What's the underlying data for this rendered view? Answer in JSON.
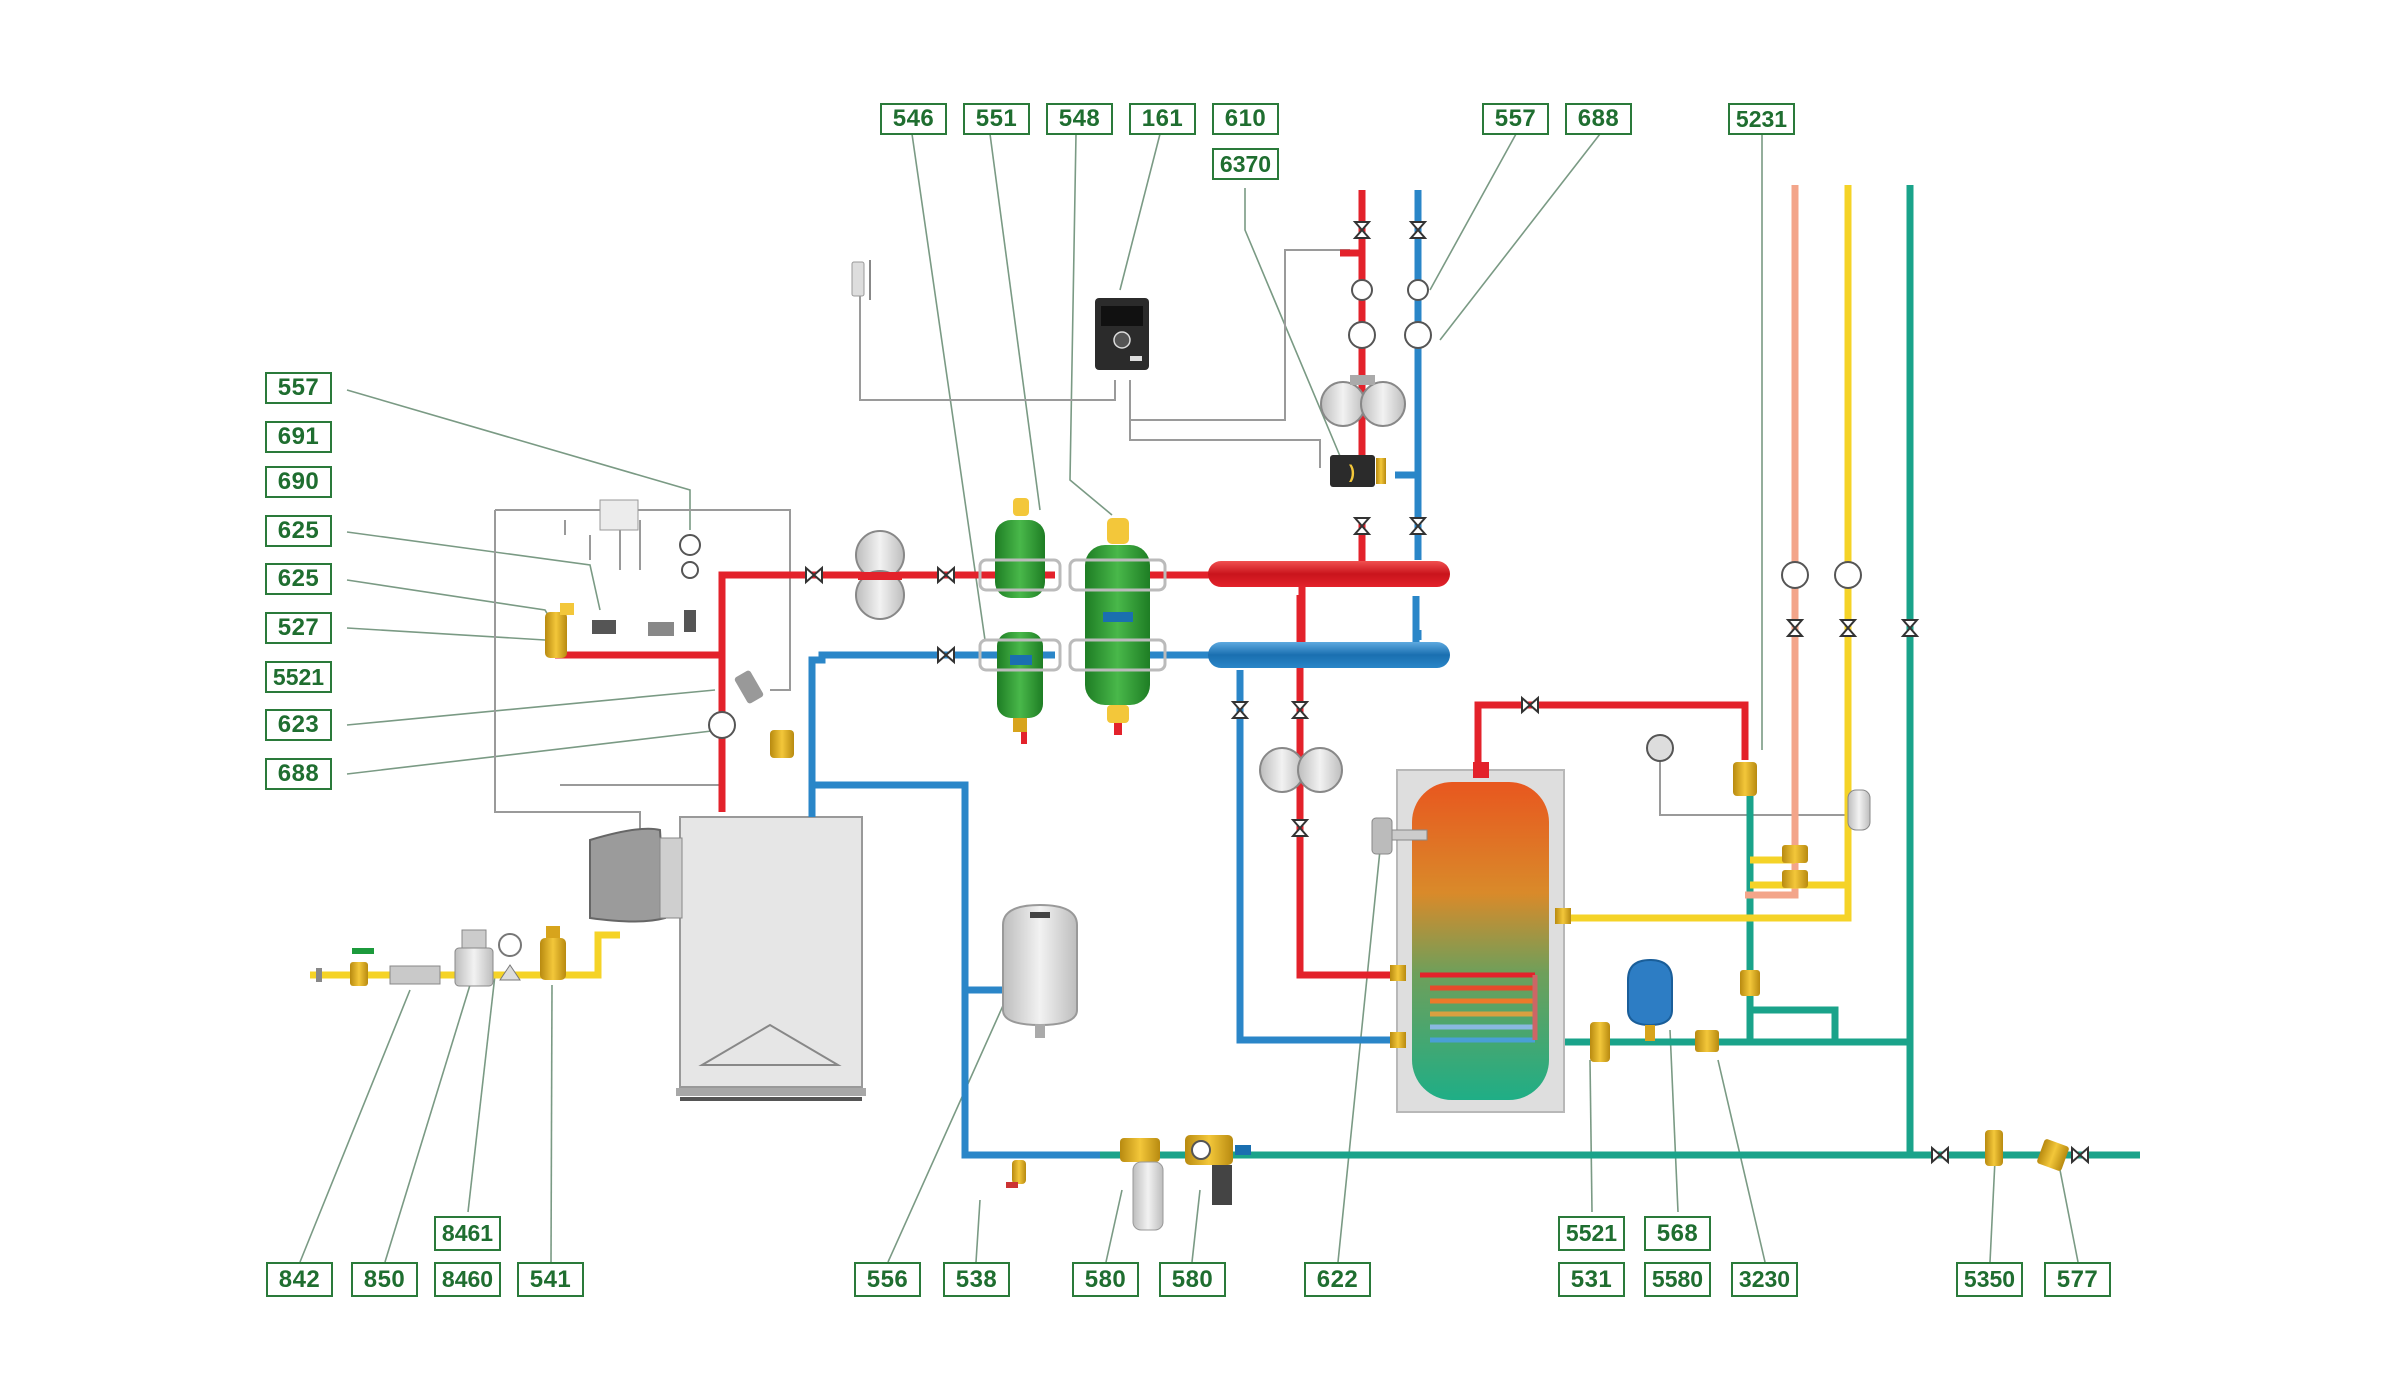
{
  "diagram": {
    "part_labels": {
      "top_546": "546",
      "top_551": "551",
      "top_548": "548",
      "top_161": "161",
      "top_610": "610",
      "top_6370": "6370",
      "top_557": "557",
      "top_688": "688",
      "top_5231": "5231",
      "left_557": "557",
      "left_691": "691",
      "left_690": "690",
      "left_625a": "625",
      "left_625b": "625",
      "left_527": "527",
      "left_5521": "5521",
      "left_623": "623",
      "left_688": "688",
      "bot_842": "842",
      "bot_850": "850",
      "bot_8461": "8461",
      "bot_8460": "8460",
      "bot_541": "541",
      "bot_556": "556",
      "bot_538": "538",
      "bot_580a": "580",
      "bot_580b": "580",
      "bot_622": "622",
      "bot_5521": "5521",
      "bot_531": "531",
      "bot_568": "568",
      "bot_5580": "5580",
      "bot_3230": "3230",
      "bot_5350": "5350",
      "bot_577": "577"
    },
    "colors": {
      "hot_flow": "#e3222b",
      "return": "#2a86c8",
      "cold_water": "#1aa38a",
      "gas": "#f5d327",
      "hot_recirc": "#f3a58a",
      "leader_line": "#7a9a84",
      "label_border": "#2a7a3a",
      "label_text": "#1f6e30",
      "separator_green": "#3aa63a",
      "expansion_vessel_blue": "#2d7dc4"
    }
  }
}
